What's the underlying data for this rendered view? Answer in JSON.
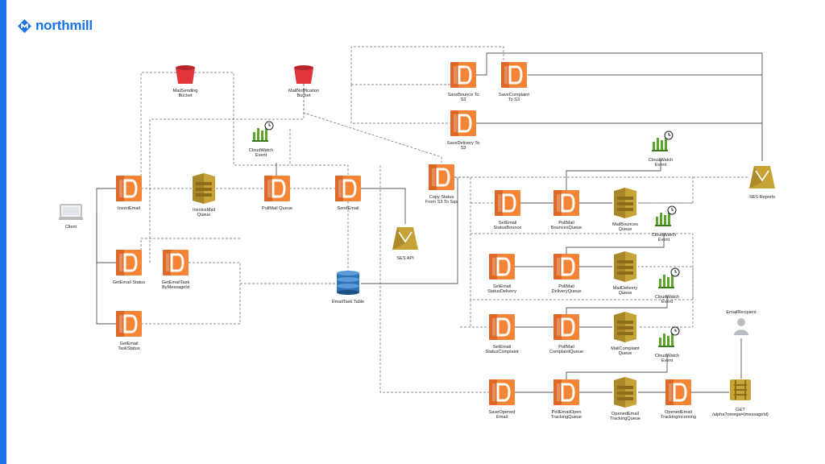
{
  "brand": {
    "name": "northmill",
    "color": "#1a73e8"
  },
  "colors": {
    "lambda": "#f58536",
    "lambda_dark": "#c8511b",
    "sqs": "#c7a236",
    "sqs_dark": "#8c6d1c",
    "bucket": "#e0353b",
    "dynamo": "#2e73b8",
    "cloudwatch": "#5aa52a",
    "line_solid": "#555555",
    "line_dashed": "#666666"
  },
  "nodes": {
    "client": "Client",
    "insert_email": "InsertEmail",
    "get_email_status": "GetEmail Status",
    "get_email_task_by_messageid": "GetEmailTask ByMessageId",
    "get_email_task_status": "GetEmail TaskStatus",
    "invoice_mail_queue": "InvoiceMail Queue",
    "poll_mail_queue": "PollMail Queue",
    "send_email": "SendEmail",
    "mail_sending_bucket": "MailSending Bucket",
    "mail_notification_bucket": "MailNotification Bucket",
    "cloudwatch_event_1": "CloudWatch Event",
    "ses_api": "SES API",
    "email_task_table": "EmailTask Table",
    "save_bounce_to_s3": "SaveBounce To S3",
    "save_complaint_to_s3": "SaveComplaint To S3",
    "save_delivery_to_s3": "SaveDelivery To S3",
    "copy_status_from_s3_to_sqs": "Copy Status From S3 To Sqs",
    "ses_reports": "SES Reports",
    "set_email_status_bounce": "SetEmail StatusBounce",
    "poll_mail_bounces_queue": "PollMail BouncesQueue",
    "mail_bounces_queue": "MailBounces Queue",
    "cloudwatch_event_2": "CloudWatch Event",
    "cloudwatch_event_3": "CloudWatch Event",
    "set_email_status_delivery": "SetEmail StatusDelivery",
    "poll_mail_delivery_queue": "PollMail DeliveryQueue",
    "mail_delivery_queue": "MailDelivery Queue",
    "cloudwatch_event_4": "CloudWatch Event",
    "set_email_status_complaint": "SetEmail StatusComplaint",
    "poll_mail_complaint_queue": "PollMail ComplaintQueue",
    "mail_complaint_queue": "MailComplaint Queue",
    "cloudwatch_event_5": "CloudWatch Event",
    "email_recipient": "EmailRecipient",
    "save_opened_email": "SaveOpened Email",
    "poll_email_open_tracking_queue": "PollEmailOpen TrackingQueue",
    "opened_email_tracking_queue": "OpenedEmail TrackingQueue",
    "opened_email_tracking_incoming": "OpenedEmail TrackingIncoming",
    "get_endpoint": "GET /alpha?omega={messageId}"
  }
}
